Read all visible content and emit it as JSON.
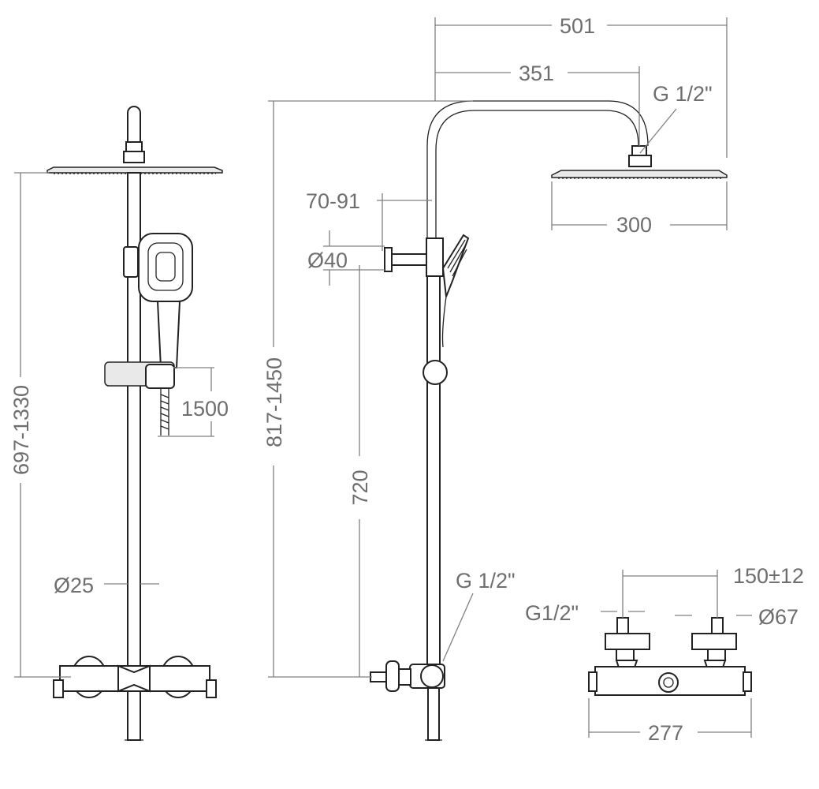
{
  "diagram": {
    "views": [
      "front-view",
      "side-view",
      "mixer-top-view"
    ],
    "colors": {
      "outline": "#222222",
      "dimension": "#808080",
      "text": "#6e6e6e",
      "background": "#ffffff"
    }
  },
  "dimensions": {
    "overall_width": "501",
    "arm_length": "351",
    "head_connection": "G 1/2\"",
    "head_diameter": "300",
    "holder_offset": "70-91",
    "holder_diameter": "Ø40",
    "rail_height_range": "817-1450",
    "holder_height": "720",
    "front_height_range": "697-1330",
    "hose_length": "1500",
    "rail_diameter": "Ø25",
    "outlet_connection": "G 1/2\"",
    "inlet_spacing": "150±12",
    "inlet_thread": "G1/2\"",
    "escutcheon_diameter": "Ø67",
    "mixer_width": "277"
  }
}
